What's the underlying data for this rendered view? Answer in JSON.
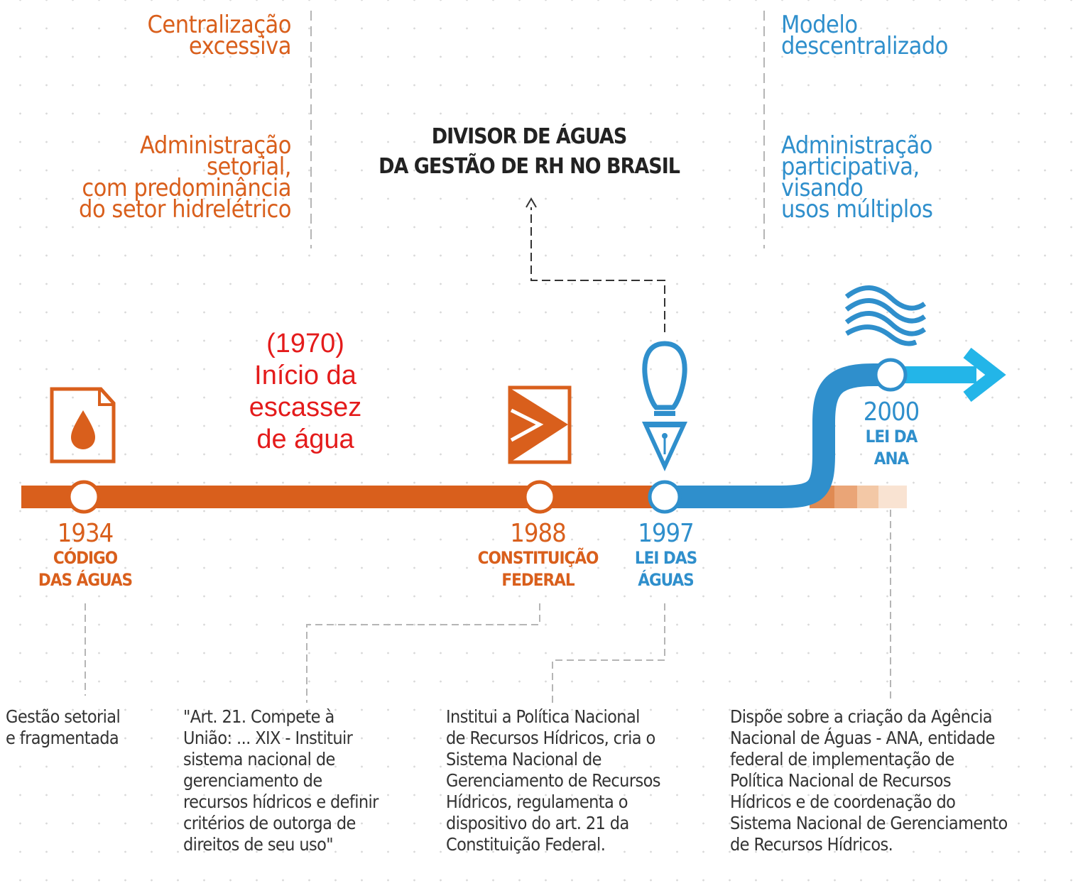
{
  "eras": {
    "left": {
      "title": [
        "Centralização",
        "excessiva"
      ],
      "subtitle": [
        "Administração",
        "setorial,",
        "com predominância",
        "do setor hidrelétrico"
      ]
    },
    "right": {
      "title": [
        "Modelo",
        "descentralizado"
      ],
      "subtitle": [
        "Administração",
        "participativa,",
        "visando",
        "usos múltiplos"
      ]
    }
  },
  "divisor": [
    "DIVISOR DE ÁGUAS",
    "DA GESTÃO DE RH NO BRASIL"
  ],
  "milestones": [
    {
      "year": "1934",
      "law": [
        "CÓDIGO",
        "DAS ÁGUAS"
      ],
      "description": "Gestão setorial\ne fragmentada",
      "icon": "water-drop-document-icon"
    },
    {
      "year": "1988",
      "law": [
        "CONSTITUIÇÃO",
        "FEDERAL"
      ],
      "description": "\"Art. 21. Compete à\nUnião: ... XIX - Instituir\nsistema nacional de\ngerenciamento de\nrecursos hídricos e definir\ncritérios de outorga de\ndireitos de seu uso\"",
      "icon": "constitution-document-icon"
    },
    {
      "year": "1997",
      "law": [
        "LEI DAS",
        "ÁGUAS"
      ],
      "description": "Institui a Política Nacional\nde Recursos Hídricos, cria o\nSistema Nacional de\nGerenciamento de Recursos\nHídricos, regulamenta o\ndispositivo do art. 21 da\nConstituição Federal.",
      "icon": "fountain-pen-icon"
    },
    {
      "year": "2000",
      "law": [
        "LEI DA",
        "ANA"
      ],
      "description": "Dispõe sobre a criação da Agência\nNacional de Águas - ANA, entidade\nfederal de implementação de\nPolítica Nacional de Recursos\nHídricos e de coordenação do\nSistema Nacional de Gerenciamento\nde Recursos Hídricos.",
      "icon": "ana-waves-logo-icon"
    }
  ],
  "annotation": [
    "(1970)",
    "Início da",
    "escassez",
    "de água"
  ],
  "colors": {
    "orange": "#d95f1c",
    "blue_dark": "#2f8fcc",
    "blue_light": "#23b5e8",
    "red_note": "#e41b1b"
  }
}
